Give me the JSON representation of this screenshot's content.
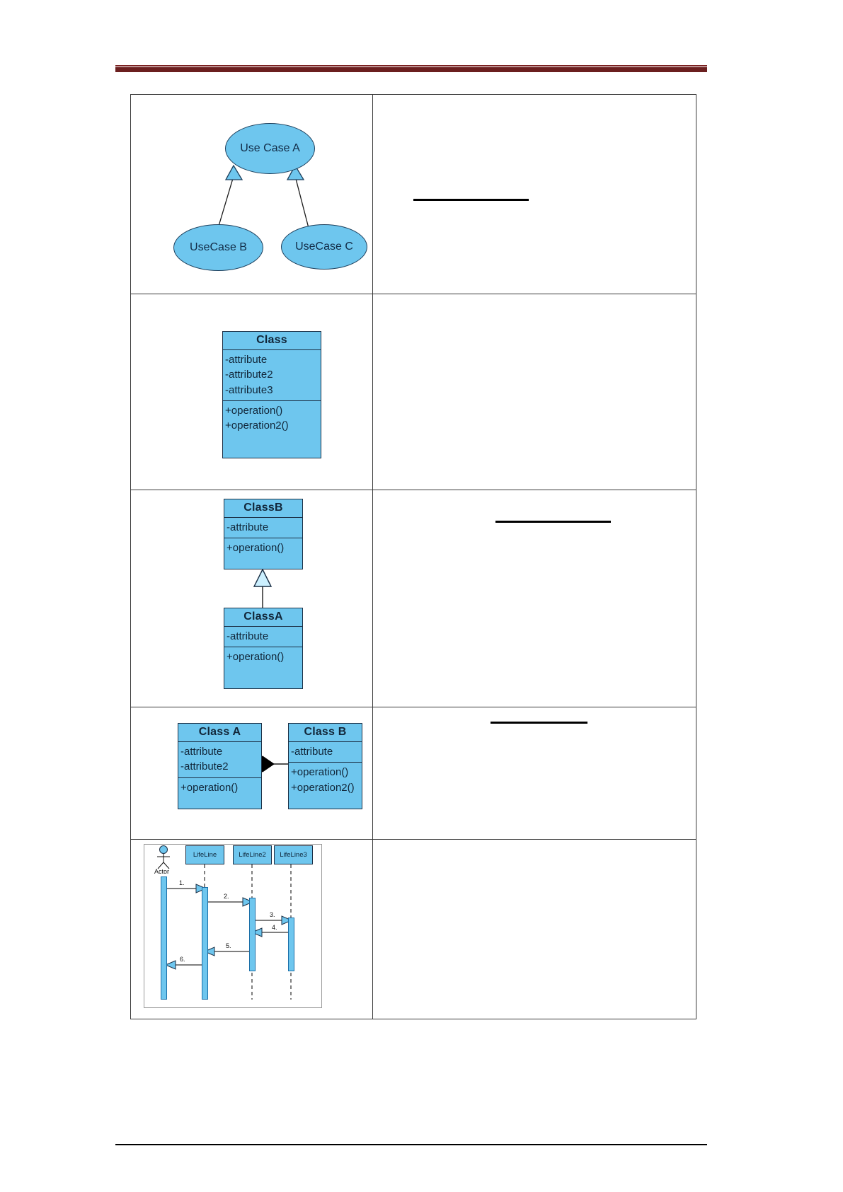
{
  "page": {
    "header_rule_color": "#6b1f1f",
    "footer_rule_color": "#000000"
  },
  "table": {
    "rows": [
      {
        "id": "use-case-generalization",
        "diagram": {
          "type": "use-case-diagram",
          "fill_color": "#6ec6ee",
          "stroke_color": "#1d3f5c",
          "nodes": [
            {
              "id": "ucA",
              "label": "Use Case A"
            },
            {
              "id": "ucB",
              "label": "UseCase B"
            },
            {
              "id": "ucC",
              "label": "UseCase C"
            }
          ],
          "relations": [
            {
              "from": "ucB",
              "to": "ucA",
              "kind": "generalization"
            },
            {
              "from": "ucC",
              "to": "ucA",
              "kind": "generalization"
            }
          ]
        },
        "note": {
          "rules": 1
        }
      },
      {
        "id": "class",
        "diagram": {
          "type": "class-diagram",
          "fill_color": "#6ec6ee",
          "stroke_color": "#1b2f45",
          "classes": [
            {
              "id": "cls",
              "name": "Class",
              "attributes": [
                "-attribute",
                "-attribute2",
                "-attribute3"
              ],
              "operations": [
                "+operation()",
                "+operation2()"
              ]
            }
          ]
        },
        "note": {
          "rules": 0
        }
      },
      {
        "id": "inheritance",
        "diagram": {
          "type": "class-diagram",
          "fill_color": "#6ec6ee",
          "stroke_color": "#1b2f45",
          "classes": [
            {
              "id": "clsB",
              "name": "ClassB",
              "attributes": [
                "-attribute"
              ],
              "operations": [
                "+operation()"
              ]
            },
            {
              "id": "clsA",
              "name": "ClassA",
              "attributes": [
                "-attribute"
              ],
              "operations": [
                "+operation()"
              ]
            }
          ],
          "relations": [
            {
              "from": "clsA",
              "to": "clsB",
              "kind": "generalization"
            }
          ]
        },
        "note": {
          "rules": 1
        }
      },
      {
        "id": "composition",
        "diagram": {
          "type": "class-diagram",
          "fill_color": "#6ec6ee",
          "stroke_color": "#1b2f45",
          "classes": [
            {
              "id": "clsCompA",
              "name": "Class A",
              "attributes": [
                "-attribute",
                "-attribute2"
              ],
              "operations": [
                "+operation()"
              ]
            },
            {
              "id": "clsCompB",
              "name": "Class B",
              "attributes": [
                "-attribute"
              ],
              "operations": [
                "+operation()",
                "+operation2()"
              ]
            }
          ],
          "relations": [
            {
              "from": "clsCompA",
              "to": "clsCompB",
              "kind": "composition"
            }
          ]
        },
        "note": {
          "rules": 1
        }
      },
      {
        "id": "sequence",
        "diagram": {
          "type": "sequence-diagram",
          "fill_color": "#6ec6ee",
          "stroke_color": "#1b2f45",
          "participants": [
            {
              "id": "actor",
              "label": "Actor",
              "kind": "actor"
            },
            {
              "id": "ll1",
              "label": "LifeLine",
              "kind": "lifeline"
            },
            {
              "id": "ll2",
              "label": "LifeLine2",
              "kind": "lifeline"
            },
            {
              "id": "ll3",
              "label": "LifeLine3",
              "kind": "lifeline"
            }
          ],
          "messages": [
            {
              "seq": "1.",
              "from": "actor",
              "to": "ll1",
              "direction": "right"
            },
            {
              "seq": "2.",
              "from": "ll1",
              "to": "ll2",
              "direction": "right"
            },
            {
              "seq": "3.",
              "from": "ll2",
              "to": "ll3",
              "direction": "right"
            },
            {
              "seq": "4.",
              "from": "ll3",
              "to": "ll2",
              "direction": "left"
            },
            {
              "seq": "5.",
              "from": "ll2",
              "to": "ll1",
              "direction": "left"
            },
            {
              "seq": "6.",
              "from": "ll1",
              "to": "actor",
              "direction": "left"
            }
          ]
        },
        "note": {
          "rules": 0
        }
      }
    ]
  }
}
